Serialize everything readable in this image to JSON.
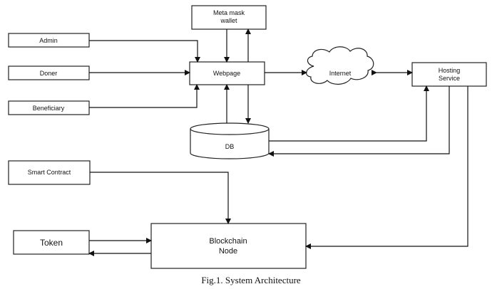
{
  "diagram": {
    "nodes": {
      "metamask": {
        "line1": "Meta mask",
        "line2": "wallet"
      },
      "admin": "Admin",
      "doner": "Doner",
      "beneficiary": "Beneficiary",
      "webpage": "Webpage",
      "internet": "Internet",
      "hosting": {
        "line1": "Hosting",
        "line2": "Service"
      },
      "db": "DB",
      "smart_contract": "Smart Contract",
      "token": "Token",
      "blockchain": {
        "line1": "Blockchain",
        "line2": "Node"
      }
    },
    "edges": [
      {
        "from": "Admin",
        "to": "Webpage"
      },
      {
        "from": "Doner",
        "to": "Webpage"
      },
      {
        "from": "Beneficiary",
        "to": "Webpage"
      },
      {
        "from": "Meta mask wallet",
        "to": "Webpage"
      },
      {
        "from": "Webpage",
        "to": "Meta mask wallet"
      },
      {
        "from": "Webpage",
        "to": "Internet"
      },
      {
        "from": "Internet",
        "to": "Hosting Service",
        "bidirectional": true
      },
      {
        "from": "DB",
        "to": "Webpage"
      },
      {
        "from": "Webpage",
        "to": "DB"
      },
      {
        "from": "DB",
        "to": "Hosting Service"
      },
      {
        "from": "Hosting Service",
        "to": "DB"
      },
      {
        "from": "Smart Contract",
        "to": "Blockchain Node"
      },
      {
        "from": "Hosting Service",
        "to": "Blockchain Node"
      },
      {
        "from": "Token",
        "to": "Blockchain Node"
      },
      {
        "from": "Blockchain Node",
        "to": "Token"
      }
    ],
    "caption": "Fig.1. System Architecture"
  }
}
